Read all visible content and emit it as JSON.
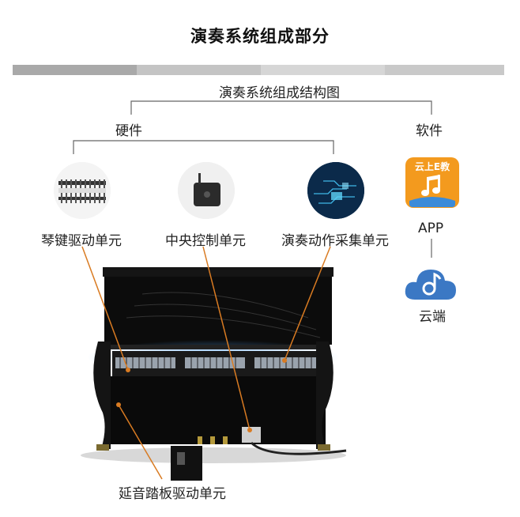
{
  "page_title": "演奏系统组成部分",
  "structure_title": "演奏系统组成结构图",
  "hardware": {
    "label": "硬件",
    "components": [
      {
        "label": "琴键驱动单元",
        "icon": "piano-action-icon"
      },
      {
        "label": "中央控制单元",
        "icon": "control-box-icon"
      },
      {
        "label": "演奏动作采集单元",
        "icon": "circuit-board-icon"
      }
    ],
    "pedal_unit_label": "延音踏板驱动单元"
  },
  "software": {
    "label": "软件",
    "app": {
      "logo_text": "云上E教",
      "label": "APP",
      "icon": "music-note-app-icon"
    },
    "cloud": {
      "label": "云端",
      "icon": "cloud-icon"
    }
  },
  "colors": {
    "band_dark": "#a9a9a9",
    "band_mid": "#c4c4c4",
    "band_light": "#d6d6d6",
    "connector": "#d97b22",
    "tree_line": "#666666",
    "app_orange": "#f39a1e",
    "cloud_blue": "#3b78c4"
  }
}
